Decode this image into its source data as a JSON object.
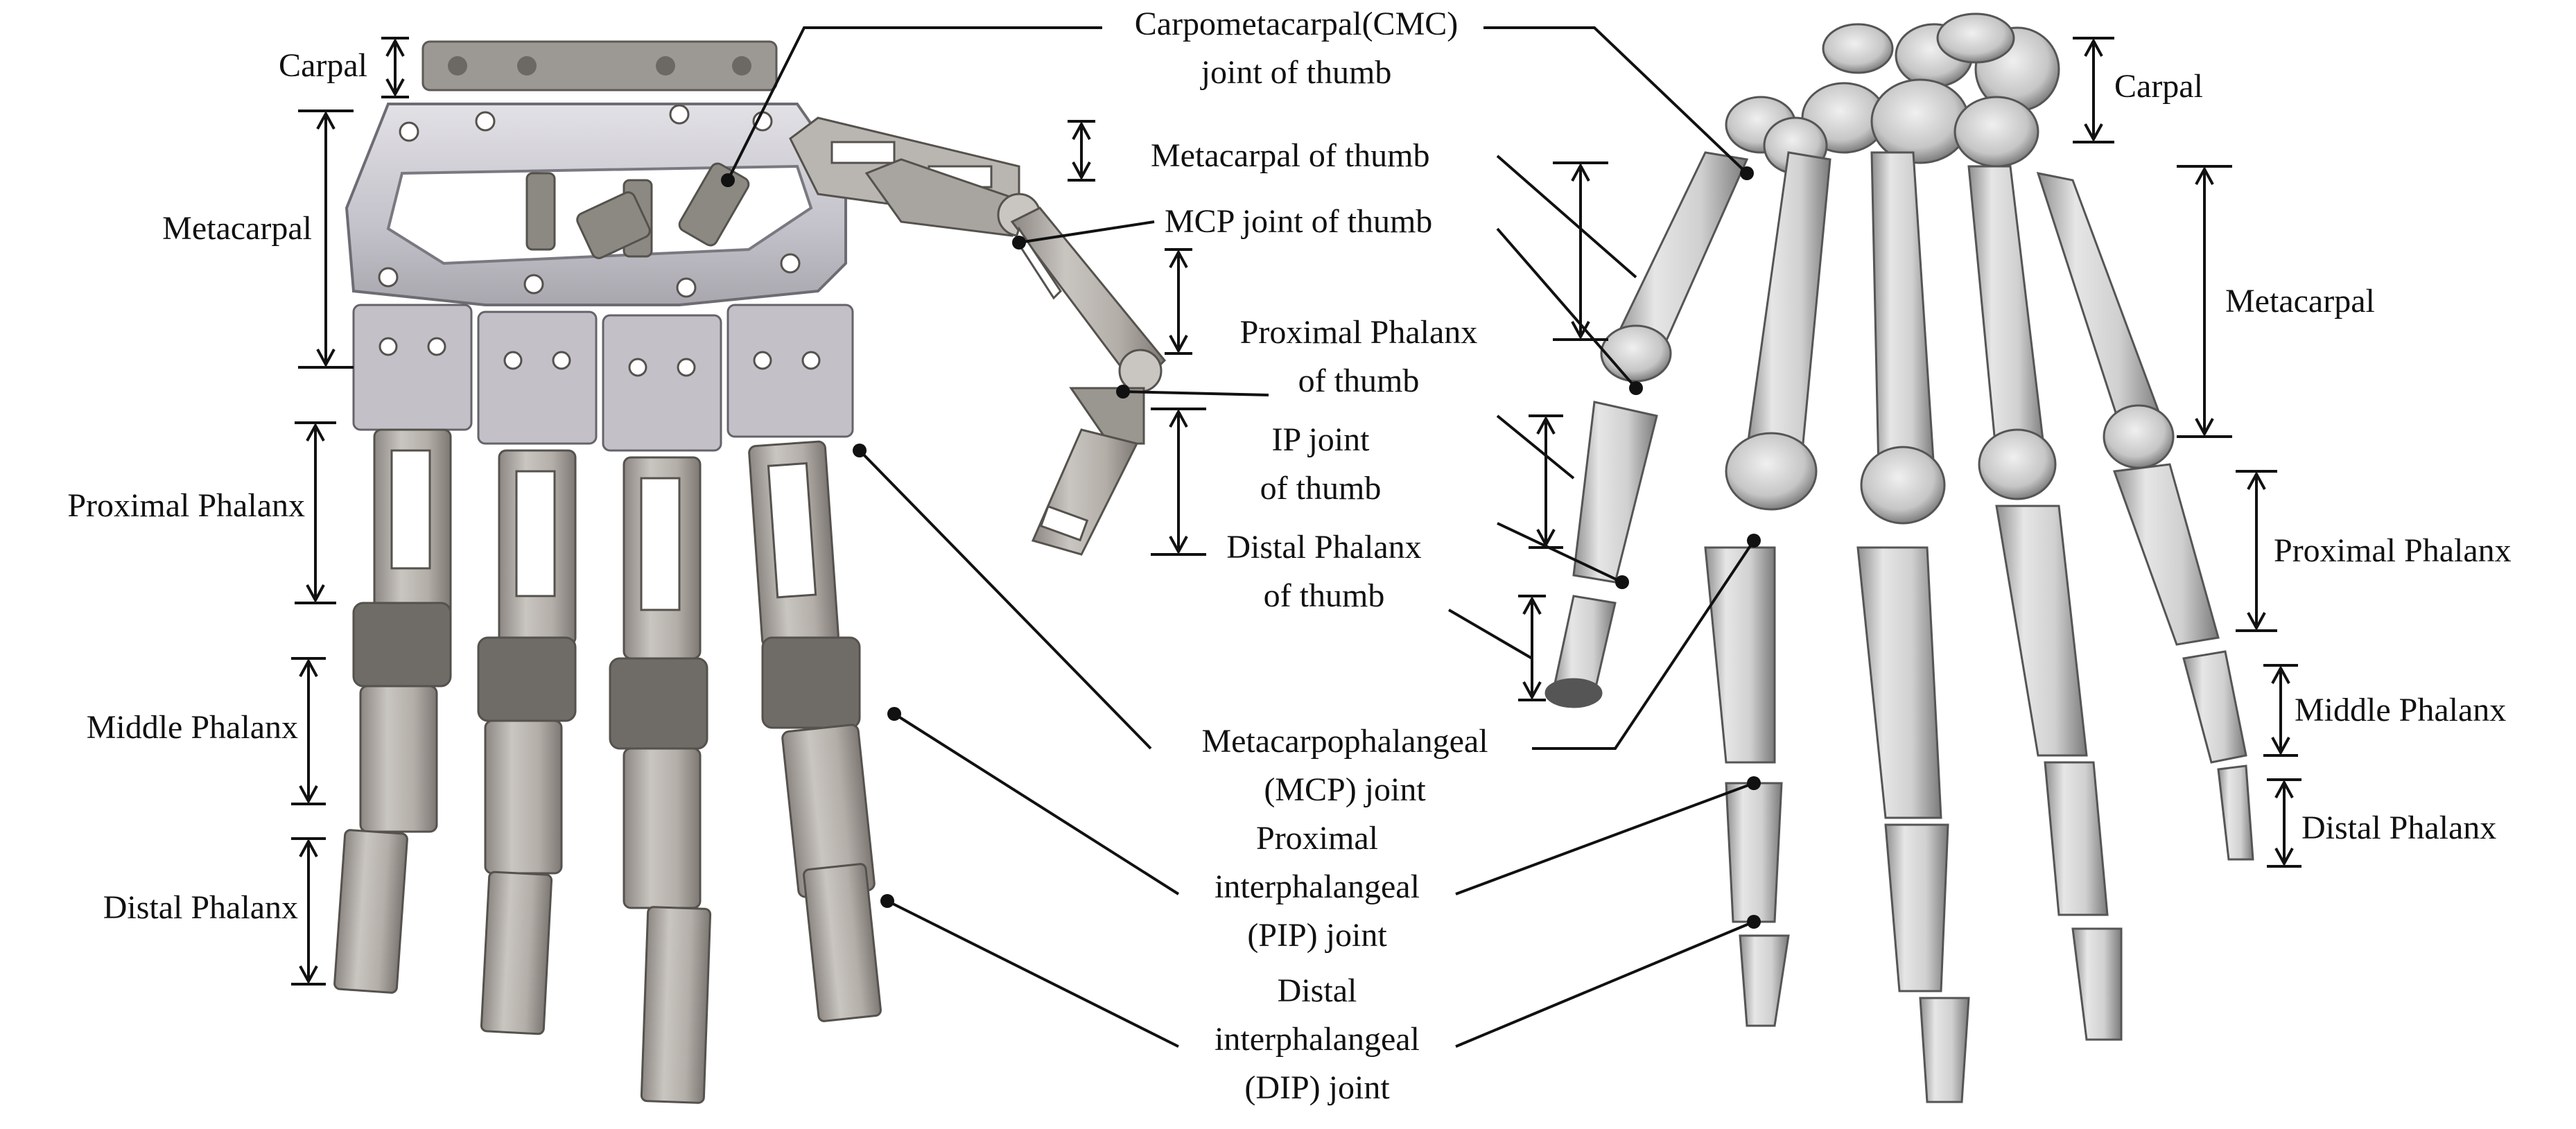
{
  "colors": {
    "ink": "#111111",
    "robot_metal": "#b6b2ad",
    "robot_frame": "#cfcdd2",
    "bone": "#d7d7d7",
    "bone_shade": "#9a9a9a",
    "background": "#ffffff"
  },
  "figure": {
    "left_panel": "robotic-hand",
    "right_panel": "human-hand-skeleton"
  },
  "labels": {
    "left": {
      "carpal": "Carpal",
      "metacarpal": "Metacarpal",
      "proximal_phalanx": "Proximal Phalanx",
      "middle_phalanx": "Middle Phalanx",
      "distal_phalanx": "Distal Phalanx"
    },
    "center": {
      "cmc_line1": "Carpometacarpal(CMC)",
      "cmc_line2": "joint of thumb",
      "metacarpal_thumb": "Metacarpal of  thumb",
      "mcp_thumb": "MCP joint of thumb",
      "prox_thumb_line1": "Proximal Phalanx",
      "prox_thumb_line2": "of thumb",
      "ip_line1": "IP joint",
      "ip_line2": "of thumb",
      "distal_thumb_line1": "Distal Phalanx",
      "distal_thumb_line2": "of thumb",
      "mcp_line1": "Metacarpophalangeal",
      "mcp_line2": "(MCP) joint",
      "pip_line1": "Proximal",
      "pip_line2": "interphalangeal",
      "pip_line3": "(PIP) joint",
      "dip_line1": "Distal",
      "dip_line2": "interphalangeal",
      "dip_line3": "(DIP) joint"
    },
    "right": {
      "carpal": "Carpal",
      "metacarpal": "Metacarpal",
      "proximal_phalanx": "Proximal Phalanx",
      "middle_phalanx": "Middle Phalanx",
      "distal_phalanx": "Distal Phalanx"
    }
  }
}
